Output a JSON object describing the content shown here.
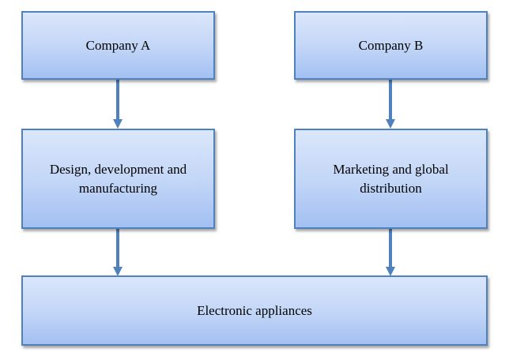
{
  "diagram": {
    "type": "flowchart",
    "colors": {
      "box_border": "#4f81bd",
      "box_fill_top": "#dae6fb",
      "box_fill_bottom": "#a3c0f2",
      "arrow": "#4f81bd"
    },
    "nodes": [
      {
        "id": "company-a",
        "label": "Company A"
      },
      {
        "id": "company-b",
        "label": "Company B"
      },
      {
        "id": "design",
        "label": "Design, development and manufacturing"
      },
      {
        "id": "marketing",
        "label": "Marketing and global distribution"
      },
      {
        "id": "appliances",
        "label": "Electronic appliances"
      }
    ],
    "edges": [
      {
        "from": "company-a",
        "to": "design"
      },
      {
        "from": "company-b",
        "to": "marketing"
      },
      {
        "from": "design",
        "to": "appliances"
      },
      {
        "from": "marketing",
        "to": "appliances"
      }
    ]
  }
}
